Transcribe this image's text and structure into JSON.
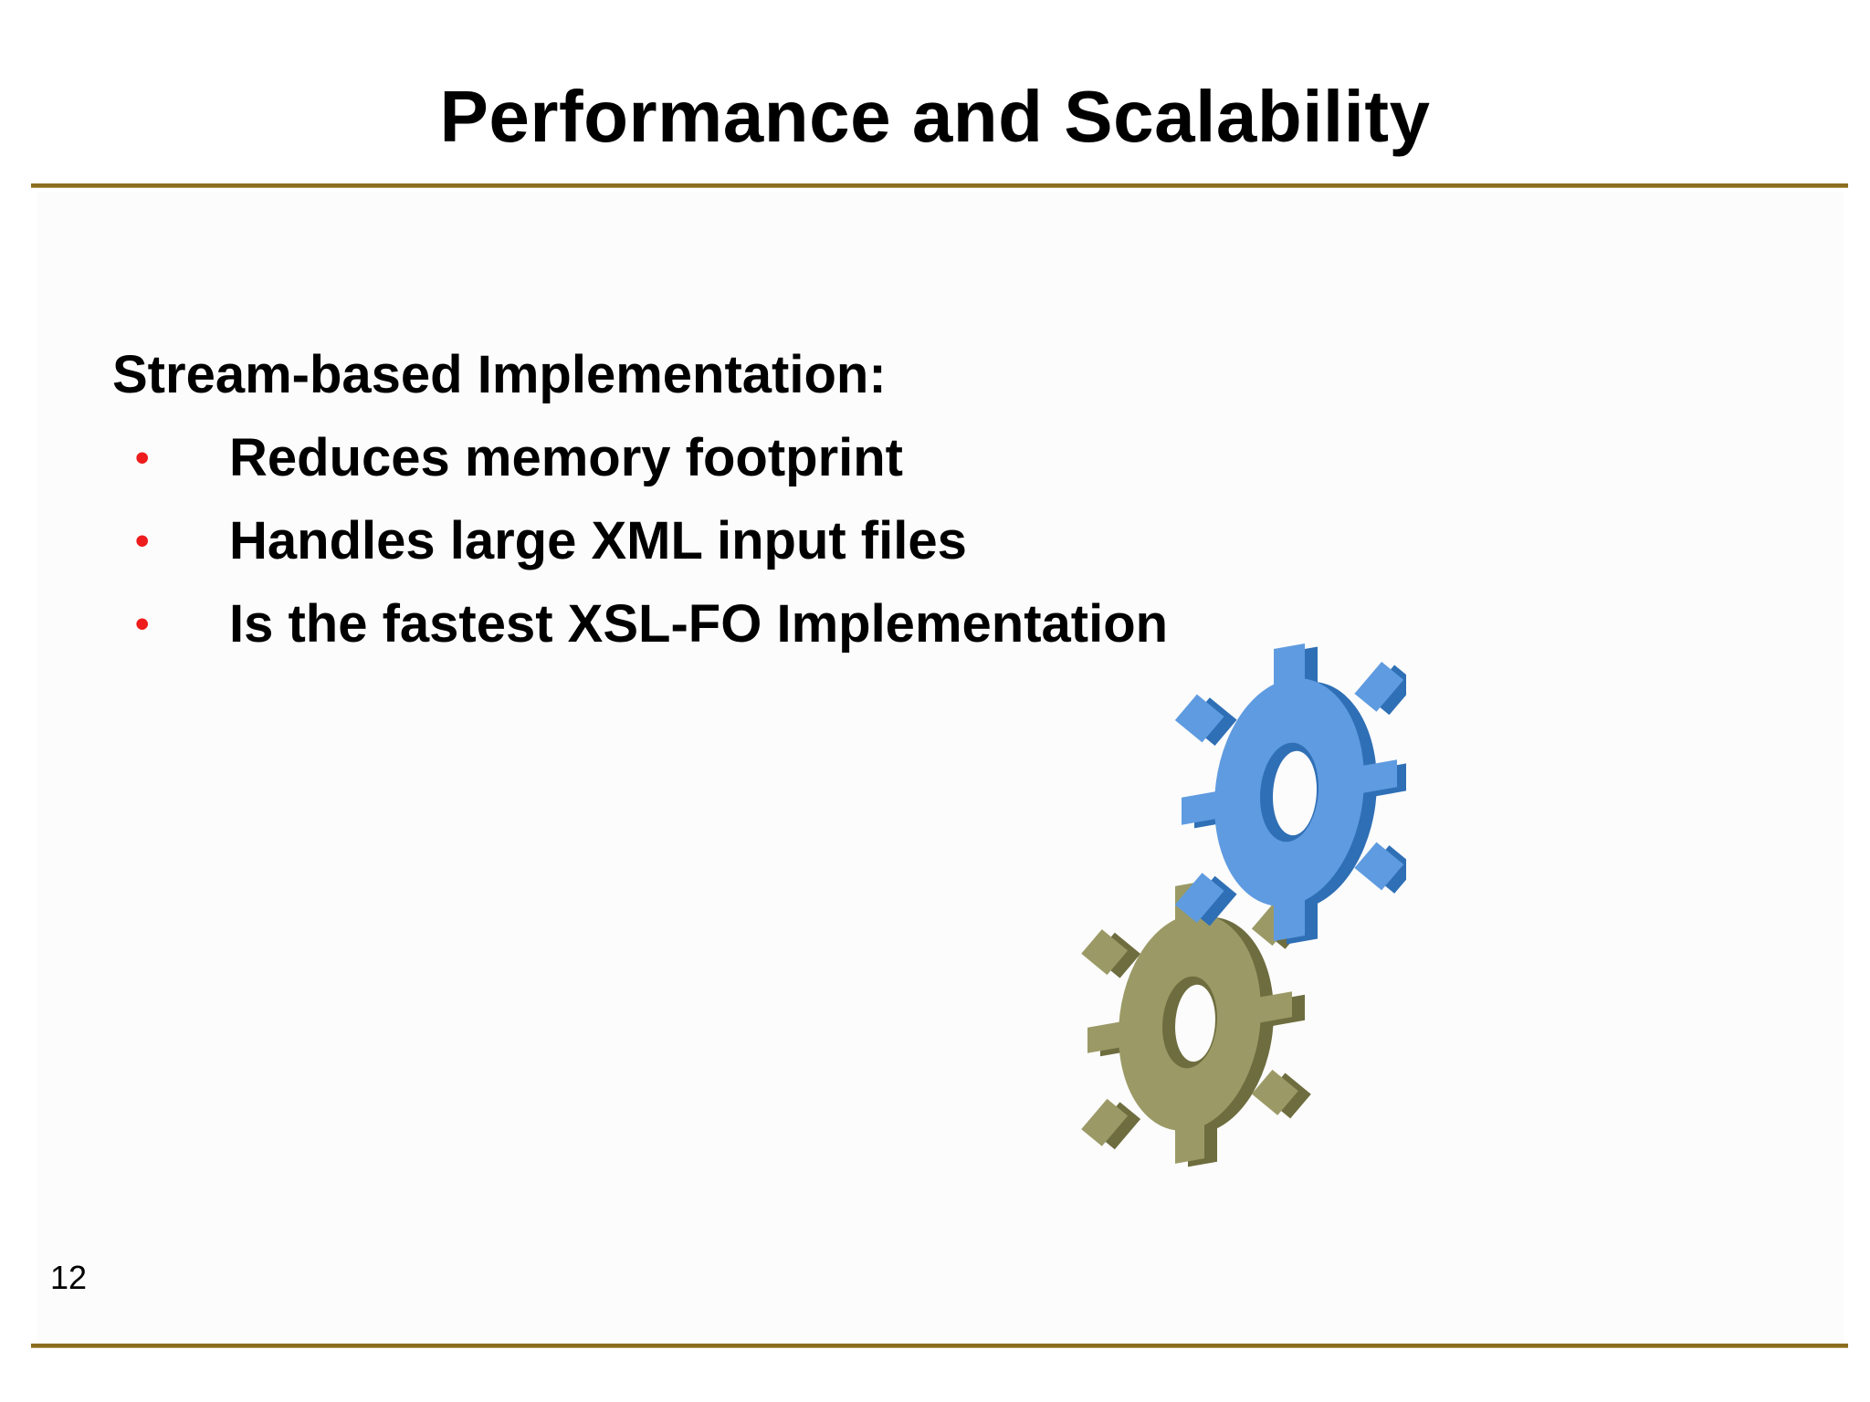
{
  "slide": {
    "title": "Performance and Scalability",
    "intro": "Stream-based Implementation:",
    "bullets": [
      "Reduces memory footprint",
      "Handles large XML input files",
      "Is the fastest XSL-FO Implementation"
    ],
    "page_number": "12"
  },
  "colors": {
    "rule": "#8a6d1e",
    "bullet": "#ee1c1c",
    "gear_top": "#5f9be0",
    "gear_bottom": "#9b9a66"
  },
  "icons": {
    "illustration": "gears-icon"
  }
}
